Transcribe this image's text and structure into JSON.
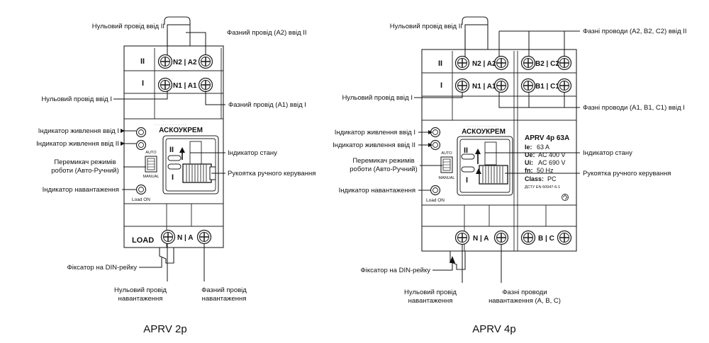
{
  "two_pole": {
    "title": "APRV 2p",
    "labels": {
      "neutral_input_2": "Нульовий провід ввід II",
      "phase_input_2": "Фазний провід (A2) ввід II",
      "neutral_input_1": "Нульовий провід ввід I",
      "phase_input_1": "Фазний провід (A1) ввід I",
      "power_indicator_1": "Індикатор живлення ввід I",
      "power_indicator_2": "Індикатор живлення ввід II",
      "mode_switch_line1": "Перемикач режимів",
      "mode_switch_line2": "роботи (Авто-Ручний)",
      "state_indicator": "Індикатор стану",
      "manual_handle": "Рукоятка ручного керування",
      "load_indicator": "Індикатор навантаження",
      "din_latch": "Фіксатор на DIN-рейку",
      "neutral_load_line1": "Нульовий провід",
      "neutral_load_line2": "навантаження",
      "phase_load_line1": "Фазний провід",
      "phase_load_line2": "навантаження"
    },
    "device": {
      "row2_mark": "II",
      "row1_mark": "I",
      "row2_terminals": "N2 | A2",
      "row1_terminals": "N1 | A1",
      "brand": "АСКОУКРЕМ",
      "auto": "AUTO",
      "manual": "MANUAL",
      "load_on": "Load ON",
      "lamp_2": "II",
      "lamp_1": "I",
      "load_mark": "LOAD",
      "load_terminals": "N | A"
    }
  },
  "four_pole": {
    "title": "APRV 4p",
    "labels": {
      "neutral_input_2": "Нульовий провід ввід II",
      "phases_input_2": "Фазні проводи (A2, B2, C2) ввід II",
      "neutral_input_1": "Нульовий провід ввід I",
      "phases_input_1": "Фазні проводи (A1, B1, C1) ввід I",
      "power_indicator_1": "Індикатор живлення ввід I",
      "power_indicator_2": "Індикатор живлення ввід II",
      "mode_switch_line1": "Перемикач режимів",
      "mode_switch_line2": "роботи (Авто-Ручний)",
      "state_indicator": "Індикатор стану",
      "manual_handle": "Рукоятка ручного керування",
      "load_indicator": "Індикатор навантаження",
      "din_latch": "Фіксатор на DIN-рейку",
      "neutral_load_line1": "Нульовий провід",
      "neutral_load_line2": "навантаження",
      "phases_load_line1": "Фазні проводи",
      "phases_load_line2": "навантаження (A, B, C)"
    },
    "device": {
      "row2_mark": "II",
      "row1_mark": "I",
      "row2_terminals_left": "N2 | A2",
      "row1_terminals_left": "N1 | A1",
      "row2_terminals_right": "B2 | C2",
      "row1_terminals_right": "B1 | C1",
      "brand": "АСКОУКРЕМ",
      "auto": "AUTO",
      "manual": "MANUAL",
      "load_on": "Load ON",
      "lamp_2": "II",
      "lamp_1": "I",
      "load_terminals_left": "N | A",
      "load_terminals_right": "B | C"
    },
    "specs": {
      "model": "APRV  4p 63A",
      "ie_key": "Ie:",
      "ie_val": "63 A",
      "ue_key": "Ue:",
      "ue_val": "AC 400 V",
      "ui_key": "Ui:",
      "ui_val": "AC 690 V",
      "fn_key": "fn:",
      "fn_val": "50 Hz",
      "class_key": "Class:",
      "class_val": "PC",
      "standard": "ДСТУ EN 60947-6-1"
    }
  }
}
